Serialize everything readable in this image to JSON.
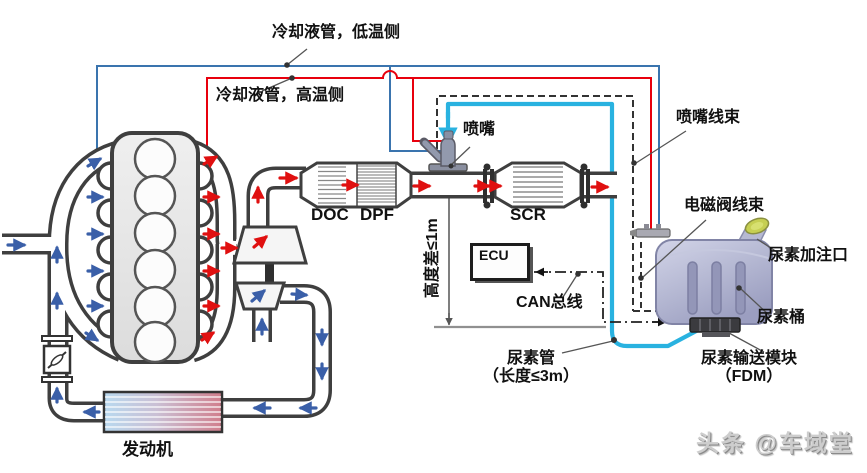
{
  "diagram": {
    "labels": {
      "coolant_low_side": "冷却液管，低温侧",
      "coolant_high_side": "冷却液管，高温侧",
      "nozzle": "喷嘴",
      "nozzle_harness": "喷嘴线束",
      "solenoid_valve_harness": "电磁阀线束",
      "urea_filling_port": "尿素加注口",
      "urea_tank": "尿素桶",
      "urea_delivery_module_line1": "尿素输送模块",
      "urea_delivery_module_line2": "（FDM）",
      "urea_pipe_line1": "尿素管",
      "urea_pipe_line2": "（长度≤3m）",
      "can_bus": "CAN总线",
      "ecu": "ECU",
      "doc": "DOC",
      "dpf": "DPF",
      "scr": "SCR",
      "engine": "发动机",
      "height_difference": "高度差≤1m"
    },
    "watermark": "头条 @车域堂",
    "colors": {
      "coolant_low": "#3a74ae",
      "coolant_high": "#e8000d",
      "urea_line": "#29b2e0",
      "flow_arrow_cold": "#3a5fa8",
      "flow_arrow_hot": "#e01010"
    }
  }
}
